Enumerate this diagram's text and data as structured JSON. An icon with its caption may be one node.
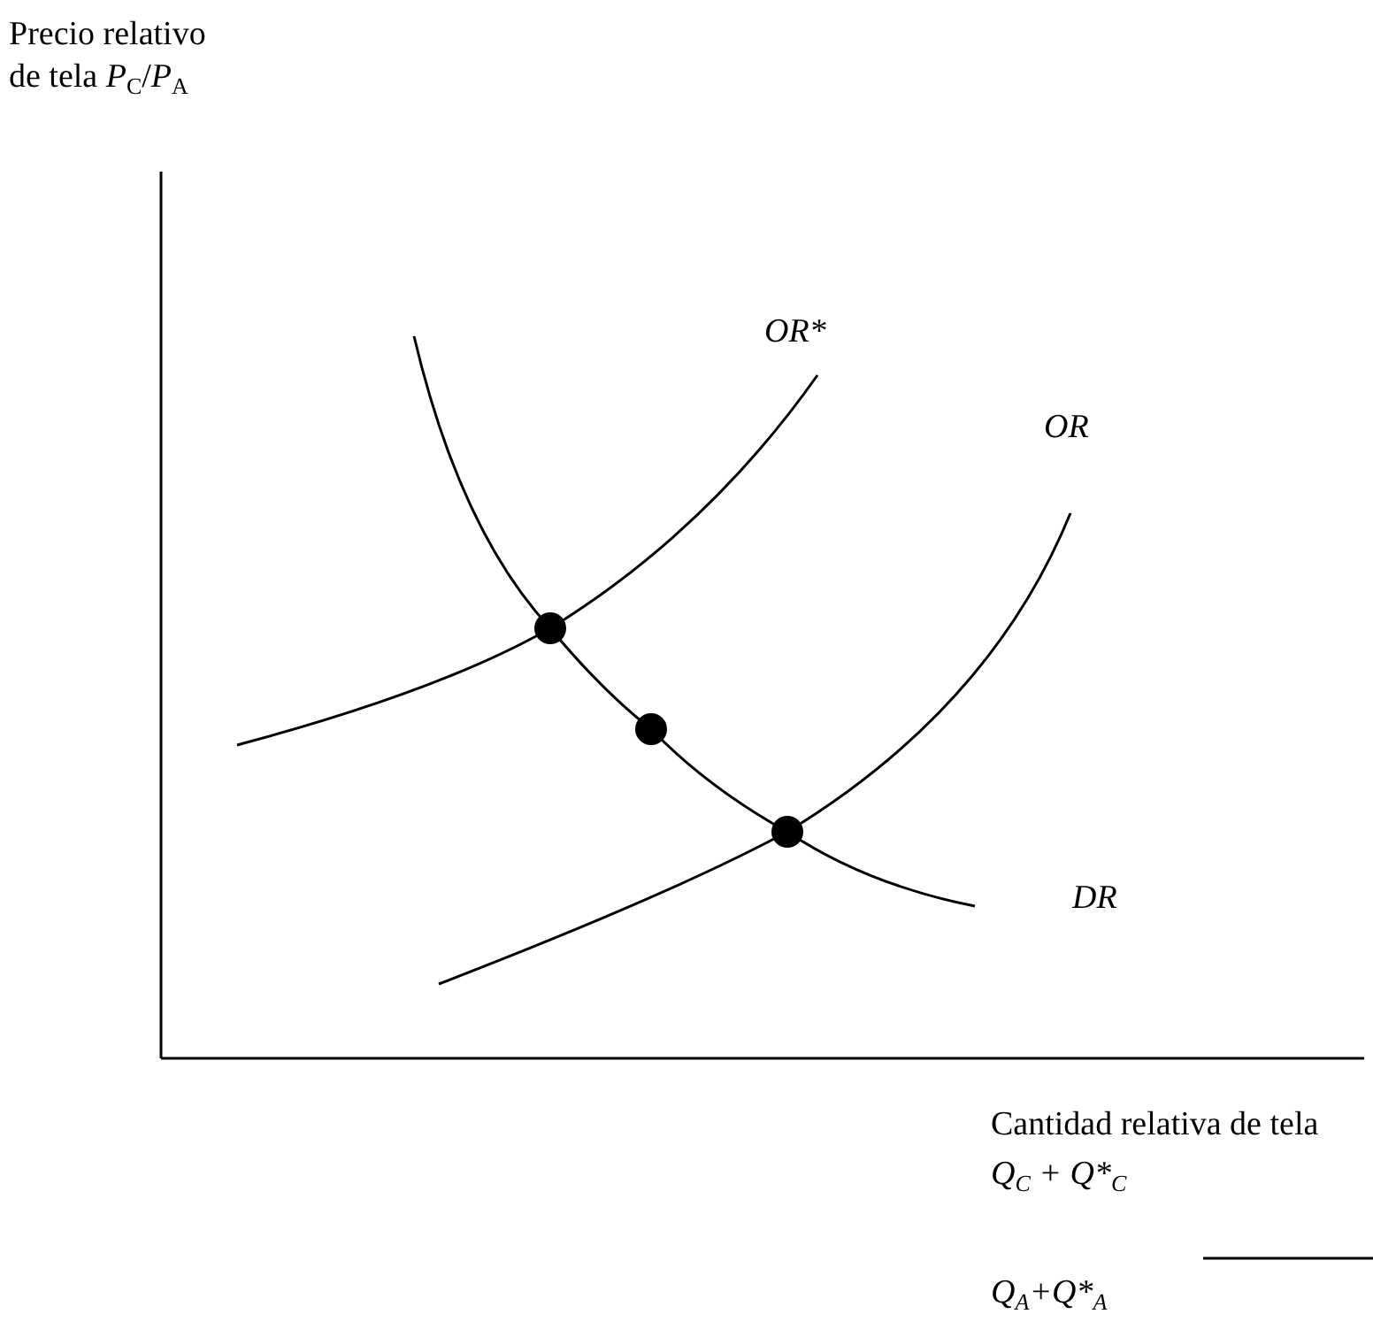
{
  "diagram": {
    "labels": [
      "Precio relativo de tela *P*$_{C}$/*P*$_{A}$",
      "OR*",
      "OR",
      "DR",
      "Cantidad relativa de tela",
      "Q$_{C}$ + Q*$_{C}$",
      "Q$_{A}$+Q*$_{A}$"
    ]
  }
}
